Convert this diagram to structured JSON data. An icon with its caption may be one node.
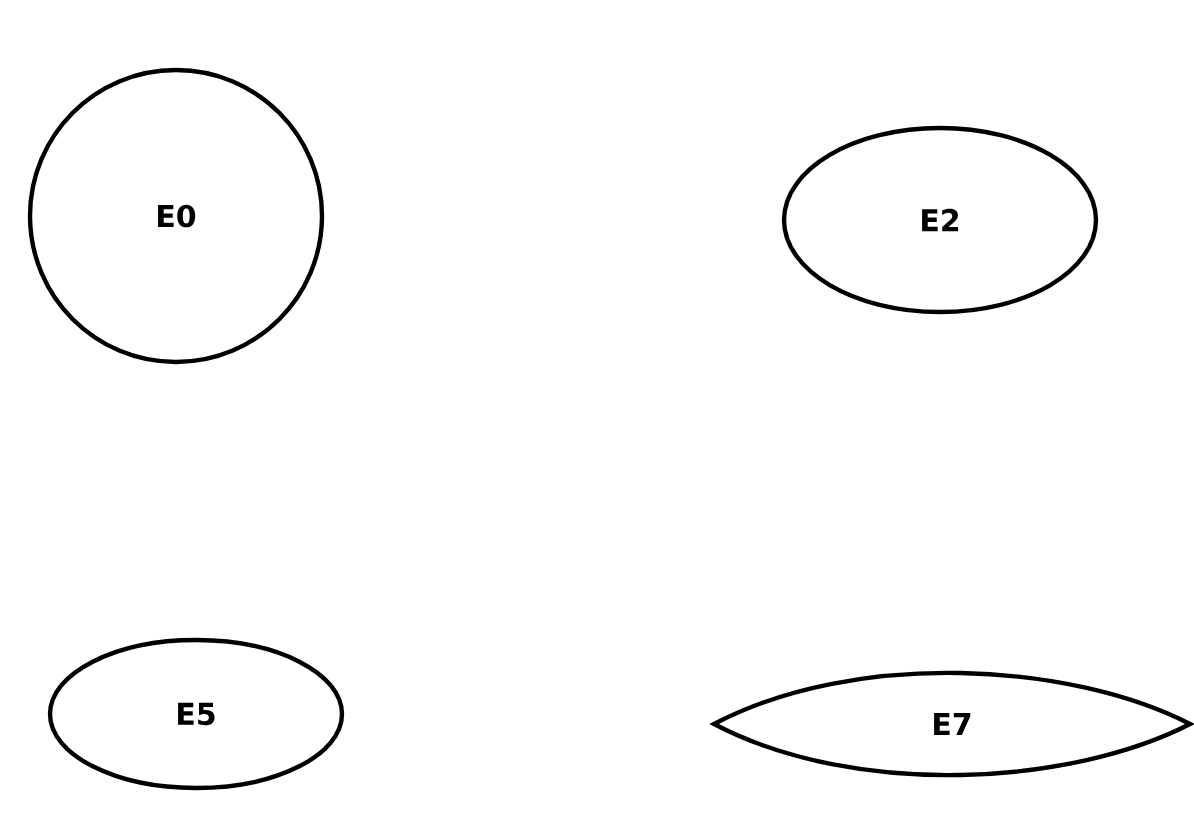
{
  "diagram": {
    "nodes": [
      {
        "text": [
          "E0"
        ]
      },
      {
        "text": [
          "E2"
        ]
      },
      {
        "text": [
          "E5"
        ]
      },
      {
        "text": [
          "E7"
        ]
      }
    ]
  }
}
